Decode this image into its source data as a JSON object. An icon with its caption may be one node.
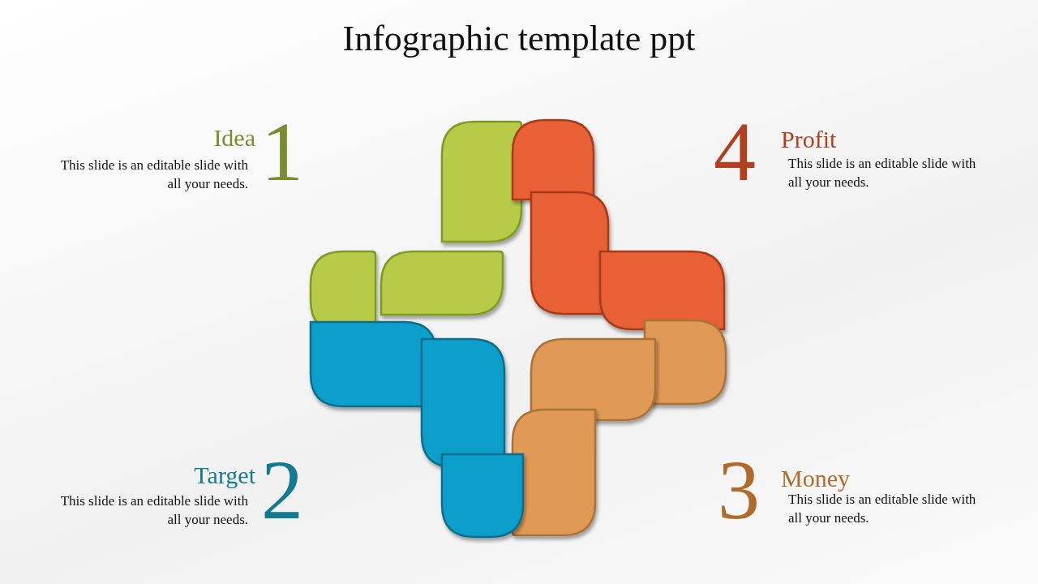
{
  "diagram": {
    "title": "Infographic template ppt",
    "labels": [
      "Idea",
      "1",
      "This slide is an editable slide with all your needs.",
      "4",
      "Profit",
      "This slide is an editable slide with all your needs.",
      "Target",
      "2",
      "This slide is an editable slide with all your needs.",
      "3",
      "Money",
      "This slide is an editable slide with all your needs."
    ]
  }
}
